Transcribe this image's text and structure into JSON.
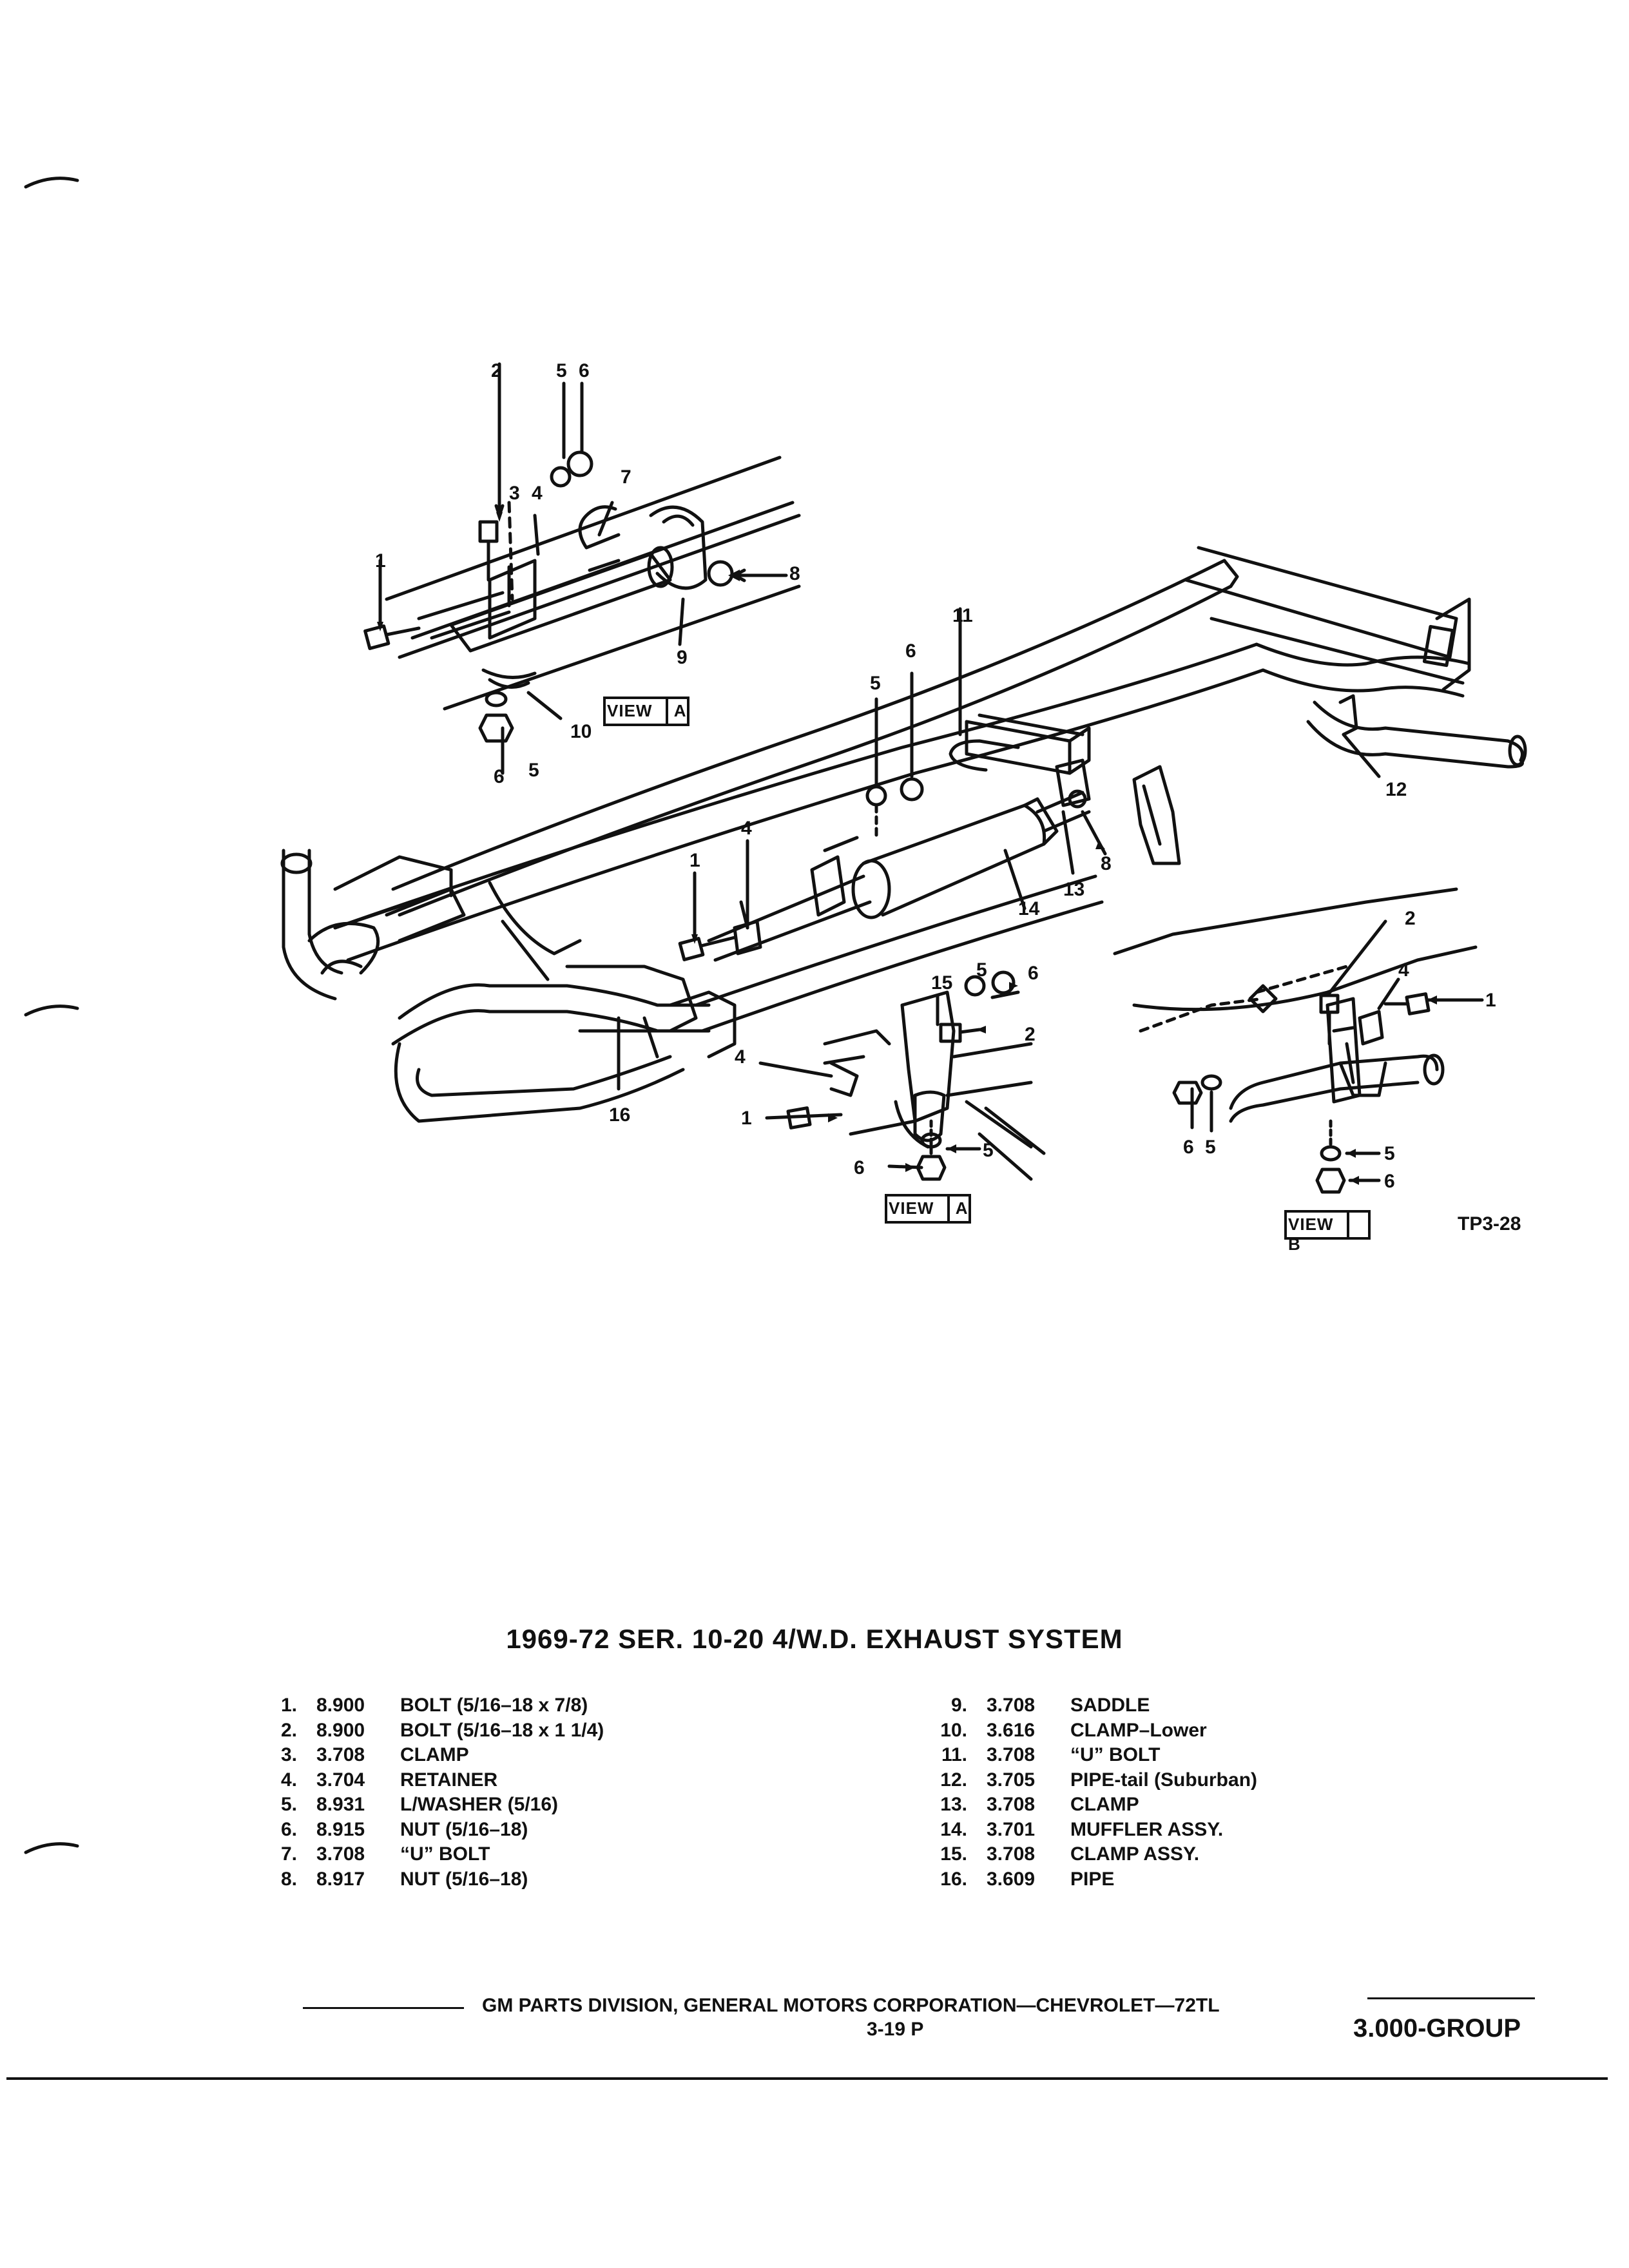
{
  "figure": {
    "code": "TP3-28",
    "view_a": "VIEW A",
    "view_b": "VIEW B"
  },
  "title": "1969-72 SER. 10-20 4/W.D. EXHAUST SYSTEM",
  "parts_left": [
    {
      "n": "1.",
      "code": "8.900",
      "desc": "BOLT (5/16–18 x 7/8)"
    },
    {
      "n": "2.",
      "code": "8.900",
      "desc": "BOLT (5/16–18 x 1 1/4)"
    },
    {
      "n": "3.",
      "code": "3.708",
      "desc": "CLAMP"
    },
    {
      "n": "4.",
      "code": "3.704",
      "desc": "RETAINER"
    },
    {
      "n": "5.",
      "code": "8.931",
      "desc": "L/WASHER (5/16)"
    },
    {
      "n": "6.",
      "code": "8.915",
      "desc": "NUT (5/16–18)"
    },
    {
      "n": "7.",
      "code": "3.708",
      "desc": "“U” BOLT"
    },
    {
      "n": "8.",
      "code": "8.917",
      "desc": "NUT (5/16–18)"
    }
  ],
  "parts_right": [
    {
      "n": "9.",
      "code": "3.708",
      "desc": "SADDLE"
    },
    {
      "n": "10.",
      "code": "3.616",
      "desc": "CLAMP–Lower"
    },
    {
      "n": "11.",
      "code": "3.708",
      "desc": "“U” BOLT"
    },
    {
      "n": "12.",
      "code": "3.705",
      "desc": "PIPE-tail (Suburban)"
    },
    {
      "n": "13.",
      "code": "3.708",
      "desc": "CLAMP"
    },
    {
      "n": "14.",
      "code": "3.701",
      "desc": "MUFFLER ASSY."
    },
    {
      "n": "15.",
      "code": "3.708",
      "desc": "CLAMP ASSY."
    },
    {
      "n": "16.",
      "code": "3.609",
      "desc": "PIPE"
    }
  ],
  "footer": {
    "division": "GM PARTS DIVISION, GENERAL MOTORS CORPORATION—CHEVROLET—72TL",
    "page": "3-19 P",
    "group": "3.000-GROUP"
  }
}
